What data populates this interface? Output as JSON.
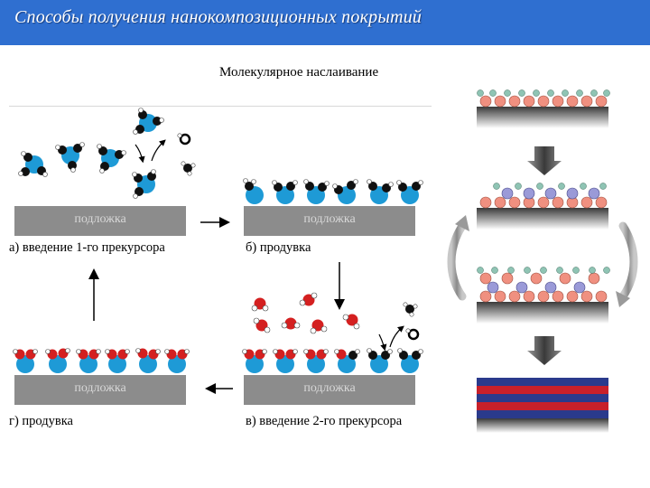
{
  "header": {
    "title": "Способы получения нанокомпозиционных  покрытий"
  },
  "subtitle": "Молекулярное наслаивание",
  "substrate_label": "подложка",
  "steps": [
    {
      "caption": "а) введение 1-го прекурсора"
    },
    {
      "caption": "б) продувка"
    },
    {
      "caption": "в) введение 2-го прекурсора"
    },
    {
      "caption": "г) продувка"
    }
  ],
  "colors": {
    "title_bar": "#2f6fd0",
    "substrate": "#8c8c8c",
    "precursor_1": "#1e9ad6",
    "precursor_2": "#d42020",
    "layer_blue": "#2a3a8c",
    "layer_red": "#c8202a"
  }
}
